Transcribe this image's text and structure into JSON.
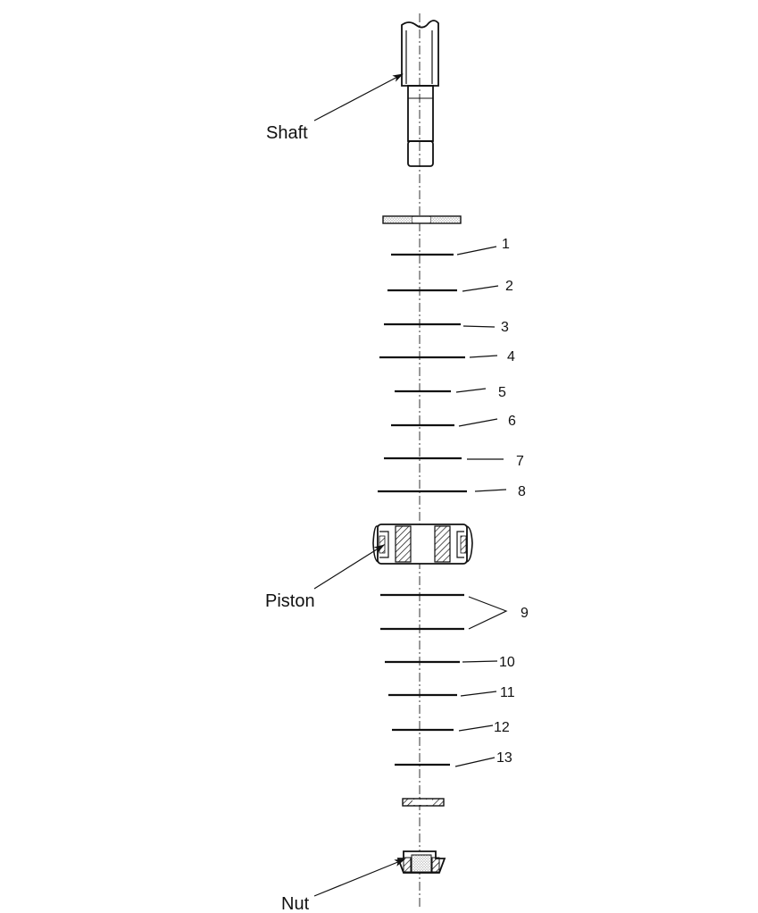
{
  "labels": {
    "shaft": "Shaft",
    "piston": "Piston",
    "nut": "Nut"
  },
  "shims": [
    {
      "number": "1"
    },
    {
      "number": "2"
    },
    {
      "number": "3"
    },
    {
      "number": "4"
    },
    {
      "number": "5"
    },
    {
      "number": "6"
    },
    {
      "number": "7"
    },
    {
      "number": "8"
    },
    {
      "number": "9"
    },
    {
      "number": "10"
    },
    {
      "number": "11"
    },
    {
      "number": "12"
    },
    {
      "number": "13"
    }
  ]
}
